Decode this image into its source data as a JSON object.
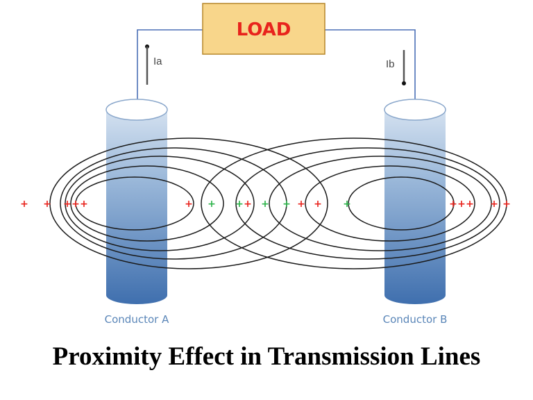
{
  "load": {
    "label": "LOAD"
  },
  "currents": {
    "a": "Ia",
    "b": "Ib"
  },
  "conductors": {
    "a": "Conductor A",
    "b": "Conductor B"
  },
  "caption": "Proximity Effect in Transmission Lines",
  "markers": {
    "plus_symbol": "+",
    "positive_color": "#e8231c",
    "negative_color": "#2db34a"
  },
  "colors": {
    "wire": "#4a6fb5",
    "cylinder": "#4f81bd",
    "field_line": "#1a1a1a",
    "load_fill": "#f8d68b",
    "load_border": "#b5862a"
  }
}
